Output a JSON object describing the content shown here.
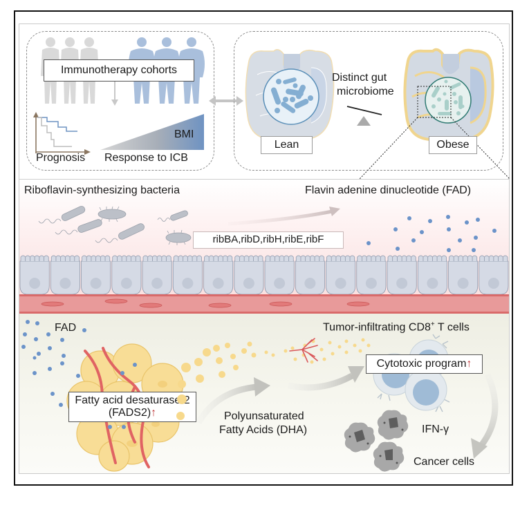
{
  "top_left_panel": {
    "cohort_label": "Immunotherapy cohorts",
    "prognosis_label": "Prognosis",
    "response_label": "Response to ICB",
    "bmi_label": "BMI",
    "lean_people_count": 3,
    "obese_people_count": 3
  },
  "top_right_panel": {
    "lean_label": "Lean",
    "obese_label": "Obese",
    "microbiome_label_line1": "Distinct gut",
    "microbiome_label_line2": "microbiome"
  },
  "middle_panel": {
    "bacteria_label": "Riboflavin-synthesizing bacteria",
    "fad_label": "Flavin adenine dinucleotide (FAD)",
    "genes_label": "ribBA,ribD,ribH,ribE,ribF"
  },
  "bottom_panel": {
    "fad_label": "FAD",
    "fads2_line1": "Fatty acid desaturase 2",
    "fads2_line2": "(FADS2)",
    "up_arrow": "↑",
    "pufa_line1": "Polyunsaturated",
    "pufa_line2": "Fatty Acids (DHA)",
    "tcell_label_prefix": "Tumor-infiltrating CD8",
    "tcell_label_sup": "+",
    "tcell_label_suffix": " T cells",
    "cytotoxic_label": "Cytotoxic program",
    "ifn_label": "IFN-γ",
    "cancer_label": "Cancer cells"
  },
  "colors": {
    "blue_person": "#a9bfdc",
    "gray_person": "#d9d9d9",
    "fad_dot": "#6b93c9",
    "adipocyte": "#f8dd96",
    "vessel_red": "#e07070",
    "up_arrow_red": "#c0393b",
    "bmi_gradient_end": "#6f93c2"
  }
}
